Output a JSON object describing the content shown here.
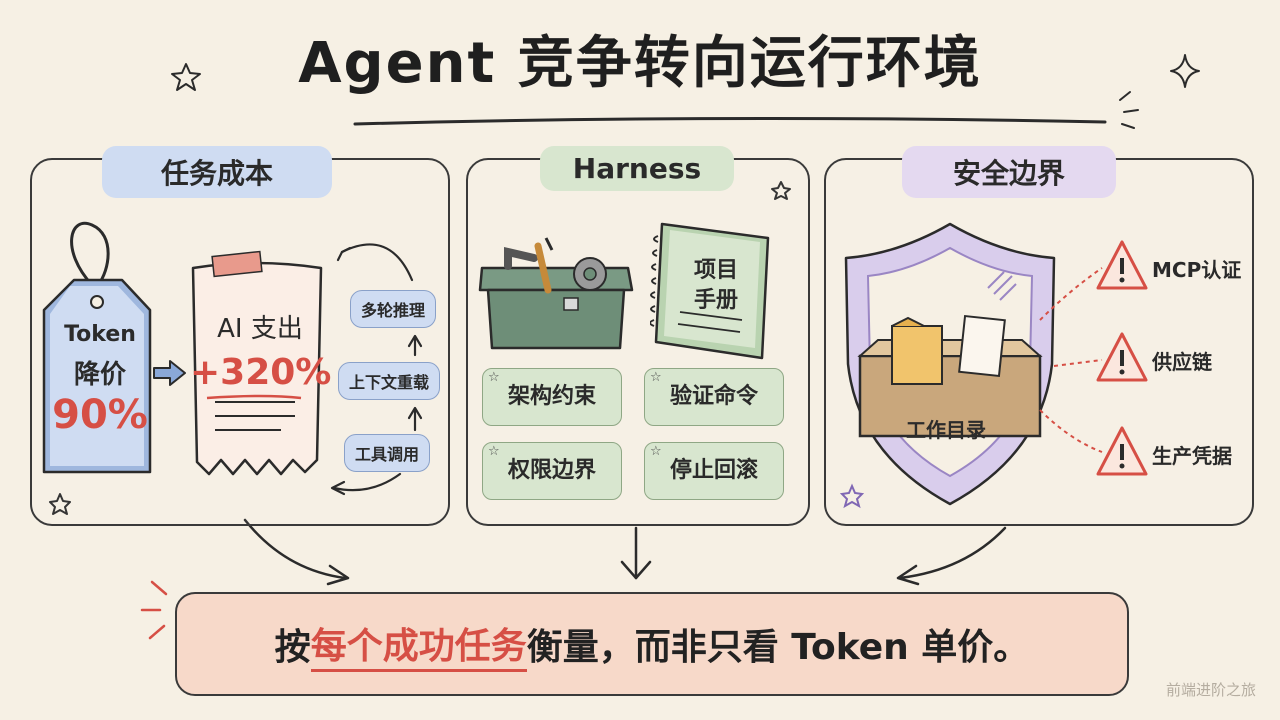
{
  "title": "Agent 竞争转向运行环境",
  "panels": {
    "cost": {
      "label": "任务成本",
      "tag": {
        "line1": "Token",
        "line2": "降价",
        "percent": "90%"
      },
      "receipt": {
        "label": "AI 支出",
        "value": "+320%"
      },
      "cycle": [
        "多轮推理",
        "上下文重载",
        "工具调用"
      ]
    },
    "harness": {
      "label": "Harness",
      "manual": {
        "line1": "项目",
        "line2": "手册"
      },
      "items": [
        "架构约束",
        "验证命令",
        "权限边界",
        "停止回滚"
      ]
    },
    "security": {
      "label": "安全边界",
      "workspace": "工作目录",
      "risks": [
        "MCP认证",
        "供应链",
        "生产凭据"
      ]
    }
  },
  "banner": {
    "prefix": "按",
    "highlight": "每个成功任务",
    "suffix": "衡量，而非只看 Token 单价。"
  },
  "watermark": "前端进阶之旅",
  "colors": {
    "cost_accent": "#cfdcf2",
    "harness_accent": "#d8e6cf",
    "security_accent": "#e4d9f0",
    "banner_bg": "#f7d9c9",
    "highlight": "#d64f45"
  }
}
